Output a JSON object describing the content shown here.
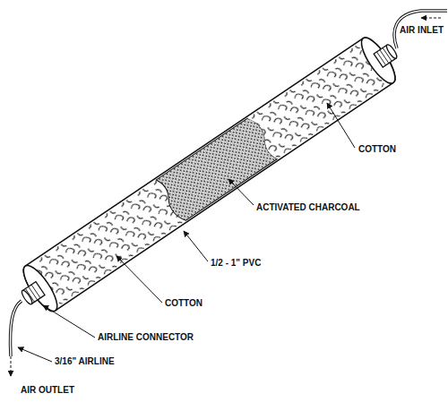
{
  "diagram": {
    "labels": [
      "AIR INLET",
      "COTTON",
      "ACTIVATED CHARCOAL",
      "1/2 - 1\" PVC",
      "COTTON",
      "AIRLINE CONNECTOR",
      "3/16\" AIRLINE",
      "AIR OUTLET"
    ]
  }
}
